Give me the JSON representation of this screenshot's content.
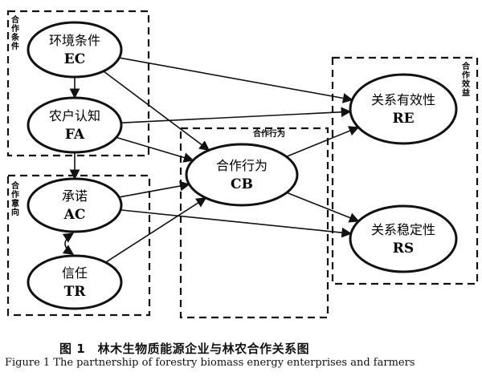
{
  "nodes": [
    {
      "id": "EC",
      "zh": "环境条件",
      "code": "EC"
    },
    {
      "id": "FA",
      "zh": "农户认知",
      "code": "FA"
    },
    {
      "id": "AC",
      "zh": "承诺",
      "code": "AC"
    },
    {
      "id": "TR",
      "zh": "信任",
      "code": "TR"
    },
    {
      "id": "CB",
      "zh": "合作行为",
      "code": "CB"
    },
    {
      "id": "RE",
      "zh": "关系有效性",
      "code": "RE"
    },
    {
      "id": "RS",
      "zh": "关系稳定性",
      "code": "RS"
    }
  ],
  "groups": [
    {
      "id": "cooperation-conditions",
      "label": "合作条件"
    },
    {
      "id": "cooperation-intention",
      "label": "合作意向"
    },
    {
      "id": "cooperation-behavior",
      "label": "合作行为"
    },
    {
      "id": "cooperation-effect",
      "label": "合作效益"
    }
  ],
  "edges": [
    {
      "from": "EC",
      "to": "FA"
    },
    {
      "from": "EC",
      "to": "CB"
    },
    {
      "from": "EC",
      "to": "RE"
    },
    {
      "from": "FA",
      "to": "CB"
    },
    {
      "from": "FA",
      "to": "RE"
    },
    {
      "from": "FA",
      "to": "AC"
    },
    {
      "from": "AC",
      "to": "CB"
    },
    {
      "from": "AC",
      "to": "RS"
    },
    {
      "from": "AC",
      "to": "TR",
      "bidirectional": true
    },
    {
      "from": "TR",
      "to": "CB"
    },
    {
      "from": "CB",
      "to": "RE"
    },
    {
      "from": "CB",
      "to": "RS"
    }
  ],
  "caption": {
    "zh": "图 1　林木生物质能源企业与林农合作关系图",
    "en": "Figure 1    The partnership of forestry biomass energy enterprises and farmers"
  }
}
